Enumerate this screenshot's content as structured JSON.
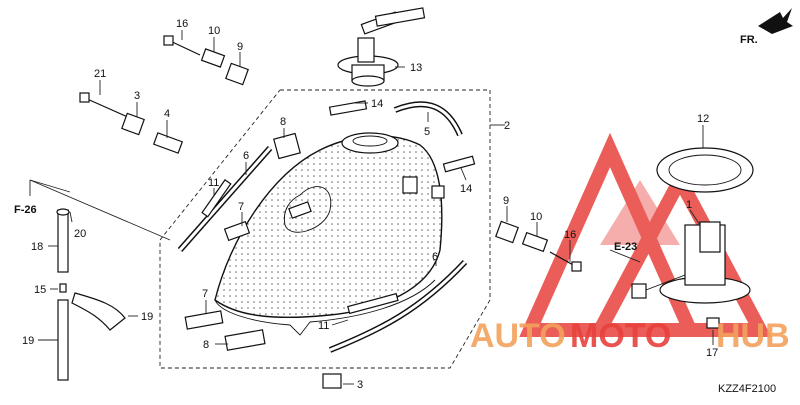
{
  "diagram": {
    "code": "KZZ4F2100",
    "fr_label": "FR.",
    "refs": {
      "f26": "F-26",
      "e23": "E-23"
    },
    "watermark": {
      "word_a": "AUTO",
      "word_b": "MOTO",
      "word_c": "HUB",
      "accent": "#e8413c",
      "accent2": "#f2a15c"
    },
    "callouts": {
      "c16a": "16",
      "c10a": "10",
      "c9a": "9",
      "c13": "13",
      "c21": "21",
      "c3a": "3",
      "c4": "4",
      "c14a": "14",
      "c5": "5",
      "c2": "2",
      "c8a": "8",
      "c6a": "6",
      "c11a": "11",
      "c7a": "7",
      "c14b": "14",
      "c9b": "9",
      "c10b": "10",
      "c16b": "16",
      "c12": "12",
      "c1": "1",
      "c20": "20",
      "c18": "18",
      "c15": "15",
      "c19a": "19",
      "c19b": "19",
      "c6b": "6",
      "c7b": "7",
      "c8b": "8",
      "c11b": "11",
      "c3b": "3",
      "c17": "17"
    }
  }
}
